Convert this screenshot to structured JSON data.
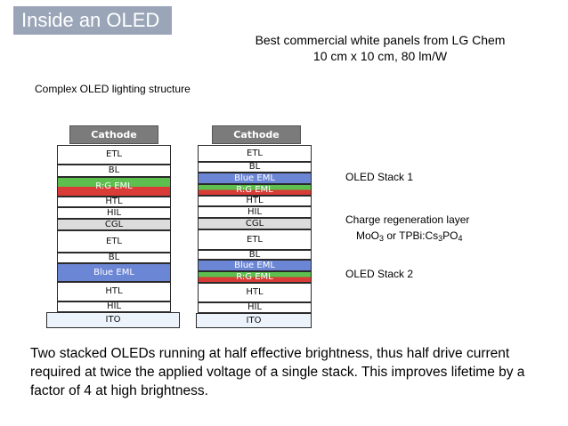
{
  "slide": {
    "title": "Inside an OLED",
    "subtitle_line1": "Best commercial white panels from LG Chem",
    "subtitle_line2": "10 cm x 10 cm, 80 lm/W",
    "caption": "Complex OLED lighting structure",
    "body": "Two stacked OLEDs running at half effective brightness, thus half drive current required at twice the applied voltage of a single stack. This improves lifetime by a factor of 4 at high brightness."
  },
  "stack_left": [
    {
      "label": "Cathode",
      "kind": "cathode"
    },
    {
      "label": "ETL",
      "kind": "plain"
    },
    {
      "label": "BL",
      "kind": "plain"
    },
    {
      "label": "R:G EML",
      "kind": "rg"
    },
    {
      "label": "HTL",
      "kind": "plain"
    },
    {
      "label": "HIL",
      "kind": "plain"
    },
    {
      "label": "CGL",
      "kind": "cgl"
    },
    {
      "label": "ETL",
      "kind": "plain"
    },
    {
      "label": "BL",
      "kind": "plain"
    },
    {
      "label": "Blue EML",
      "kind": "blue"
    },
    {
      "label": "HTL",
      "kind": "plain"
    },
    {
      "label": "HIL",
      "kind": "plain"
    },
    {
      "label": "ITO",
      "kind": "ito"
    }
  ],
  "stack_right": [
    {
      "label": "Cathode",
      "kind": "cathode"
    },
    {
      "label": "ETL",
      "kind": "plain"
    },
    {
      "label": "BL",
      "kind": "plain"
    },
    {
      "label": "Blue EML",
      "kind": "blue"
    },
    {
      "label": "R:G EML",
      "kind": "rg"
    },
    {
      "label": "HTL",
      "kind": "plain"
    },
    {
      "label": "HIL",
      "kind": "plain"
    },
    {
      "label": "CGL",
      "kind": "cgl"
    },
    {
      "label": "ETL",
      "kind": "plain"
    },
    {
      "label": "BL",
      "kind": "plain"
    },
    {
      "label": "Blue EML",
      "kind": "blue"
    },
    {
      "label": "R:G EML",
      "kind": "rg"
    },
    {
      "label": "HTL",
      "kind": "plain"
    },
    {
      "label": "HIL",
      "kind": "plain"
    },
    {
      "label": "ITO",
      "kind": "ito"
    }
  ],
  "annotations": {
    "stack1": "OLED Stack 1",
    "cgl_line1": "Charge regeneration layer",
    "cgl_line2_a": "MoO",
    "cgl_line2_a_sub": "3",
    "cgl_line2_b": " or TPBi:Cs",
    "cgl_line2_b_sub": "3",
    "cgl_line2_c": "PO",
    "cgl_line2_c_sub": "4",
    "stack2": "OLED Stack 2"
  }
}
